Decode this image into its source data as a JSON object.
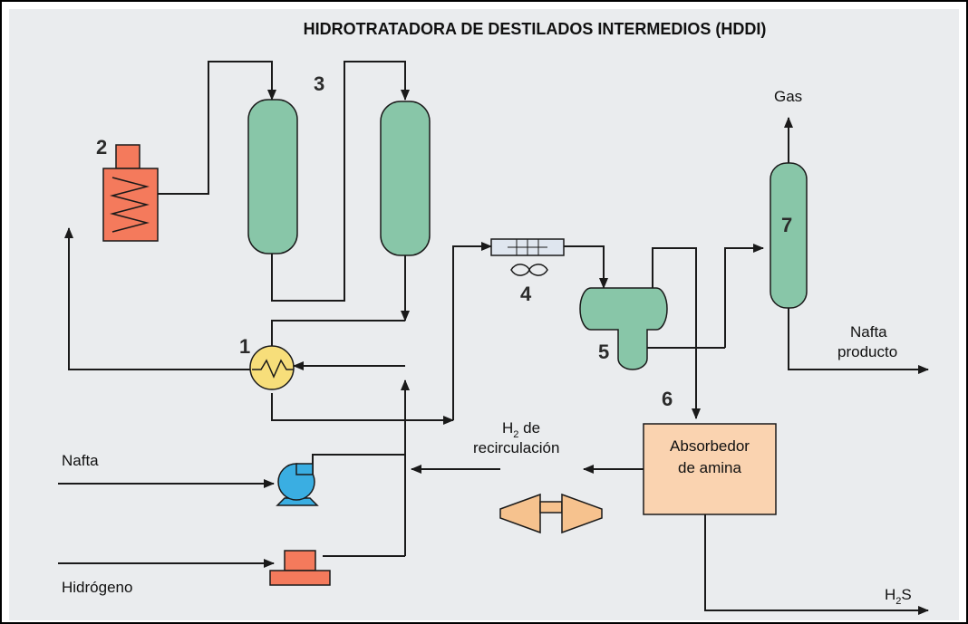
{
  "title": "HIDROTRATADORA DE DESTILADOS INTERMEDIOS (HDDI)",
  "numbers": {
    "n1": "1",
    "n2": "2",
    "n3": "3",
    "n4": "4",
    "n5": "5",
    "n6": "6",
    "n7": "7"
  },
  "labels": {
    "gas": "Gas",
    "nafta_in": "Nafta",
    "hidrogeno": "Hidrógeno",
    "nafta_producto_1": "Nafta",
    "nafta_producto_2": "producto",
    "h2_main": "H",
    "h2_sub": "2",
    "h2_de": " de",
    "recirculacion": "recirculación",
    "absorbedor_1": "Absorbedor",
    "absorbedor_2": "de amina",
    "h2s_h": "H",
    "h2s_sub": "2",
    "h2s_s": "S"
  },
  "colors": {
    "background": "#eaecee",
    "reactor": "#88c6a8",
    "heater": "#f47a5c",
    "exchanger": "#f7de7a",
    "pump": "#3aaee2",
    "compressor": "#f6c28e",
    "absorber": "#fad3b0"
  }
}
